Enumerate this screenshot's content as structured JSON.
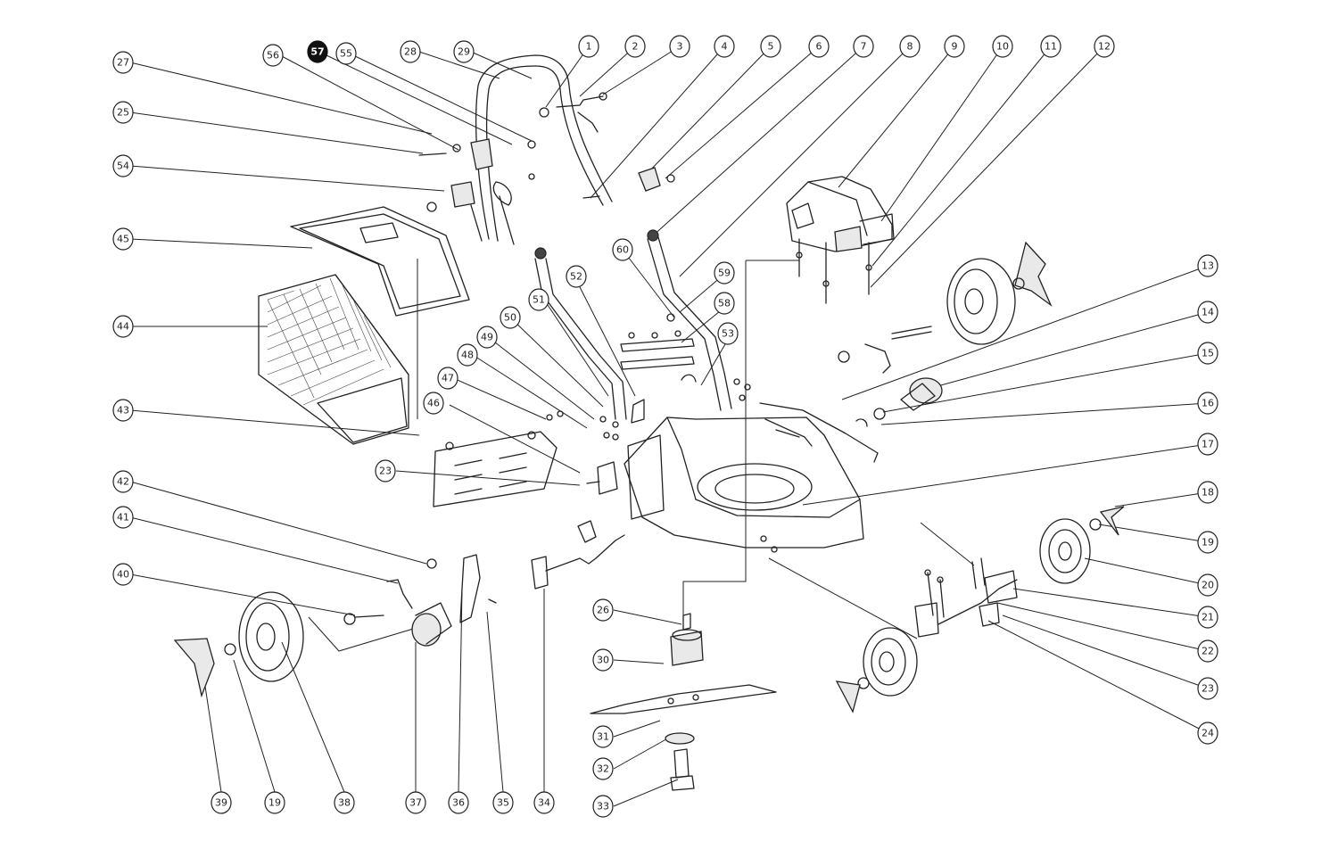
{
  "callouts": [
    {
      "id": "c1",
      "label": "1"
    },
    {
      "id": "c2",
      "label": "2"
    },
    {
      "id": "c3",
      "label": "3"
    },
    {
      "id": "c4",
      "label": "4"
    },
    {
      "id": "c5",
      "label": "5"
    },
    {
      "id": "c6",
      "label": "6"
    },
    {
      "id": "c7",
      "label": "7"
    },
    {
      "id": "c8",
      "label": "8"
    },
    {
      "id": "c9",
      "label": "9"
    },
    {
      "id": "c10",
      "label": "10"
    },
    {
      "id": "c11",
      "label": "11"
    },
    {
      "id": "c12",
      "label": "12"
    },
    {
      "id": "c13",
      "label": "13"
    },
    {
      "id": "c14",
      "label": "14"
    },
    {
      "id": "c15",
      "label": "15"
    },
    {
      "id": "c16",
      "label": "16"
    },
    {
      "id": "c17",
      "label": "17"
    },
    {
      "id": "c18",
      "label": "18"
    },
    {
      "id": "c19a",
      "label": "19"
    },
    {
      "id": "c20",
      "label": "20"
    },
    {
      "id": "c21",
      "label": "21"
    },
    {
      "id": "c22",
      "label": "22"
    },
    {
      "id": "c23a",
      "label": "23"
    },
    {
      "id": "c24",
      "label": "24"
    },
    {
      "id": "c25",
      "label": "25"
    },
    {
      "id": "c26",
      "label": "26"
    },
    {
      "id": "c27",
      "label": "27"
    },
    {
      "id": "c28",
      "label": "28"
    },
    {
      "id": "c29",
      "label": "29"
    },
    {
      "id": "c30",
      "label": "30"
    },
    {
      "id": "c31",
      "label": "31"
    },
    {
      "id": "c32",
      "label": "32"
    },
    {
      "id": "c33",
      "label": "33"
    },
    {
      "id": "c34",
      "label": "34"
    },
    {
      "id": "c35",
      "label": "35"
    },
    {
      "id": "c36",
      "label": "36"
    },
    {
      "id": "c37",
      "label": "37"
    },
    {
      "id": "c38",
      "label": "38"
    },
    {
      "id": "c39",
      "label": "39"
    },
    {
      "id": "c19b",
      "label": "19"
    },
    {
      "id": "c40",
      "label": "40"
    },
    {
      "id": "c41",
      "label": "41"
    },
    {
      "id": "c42",
      "label": "42"
    },
    {
      "id": "c43",
      "label": "43"
    },
    {
      "id": "c44",
      "label": "44"
    },
    {
      "id": "c45",
      "label": "45"
    },
    {
      "id": "c46",
      "label": "46"
    },
    {
      "id": "c23b",
      "label": "23"
    },
    {
      "id": "c47",
      "label": "47"
    },
    {
      "id": "c48",
      "label": "48"
    },
    {
      "id": "c49",
      "label": "49"
    },
    {
      "id": "c50",
      "label": "50"
    },
    {
      "id": "c51",
      "label": "51"
    },
    {
      "id": "c52",
      "label": "52"
    },
    {
      "id": "c53",
      "label": "53"
    },
    {
      "id": "c54",
      "label": "54"
    },
    {
      "id": "c55",
      "label": "55"
    },
    {
      "id": "c56",
      "label": "56"
    },
    {
      "id": "c57",
      "label": "57",
      "highlight": true
    },
    {
      "id": "c58",
      "label": "58"
    },
    {
      "id": "c59",
      "label": "59"
    },
    {
      "id": "c60",
      "label": "60"
    }
  ]
}
